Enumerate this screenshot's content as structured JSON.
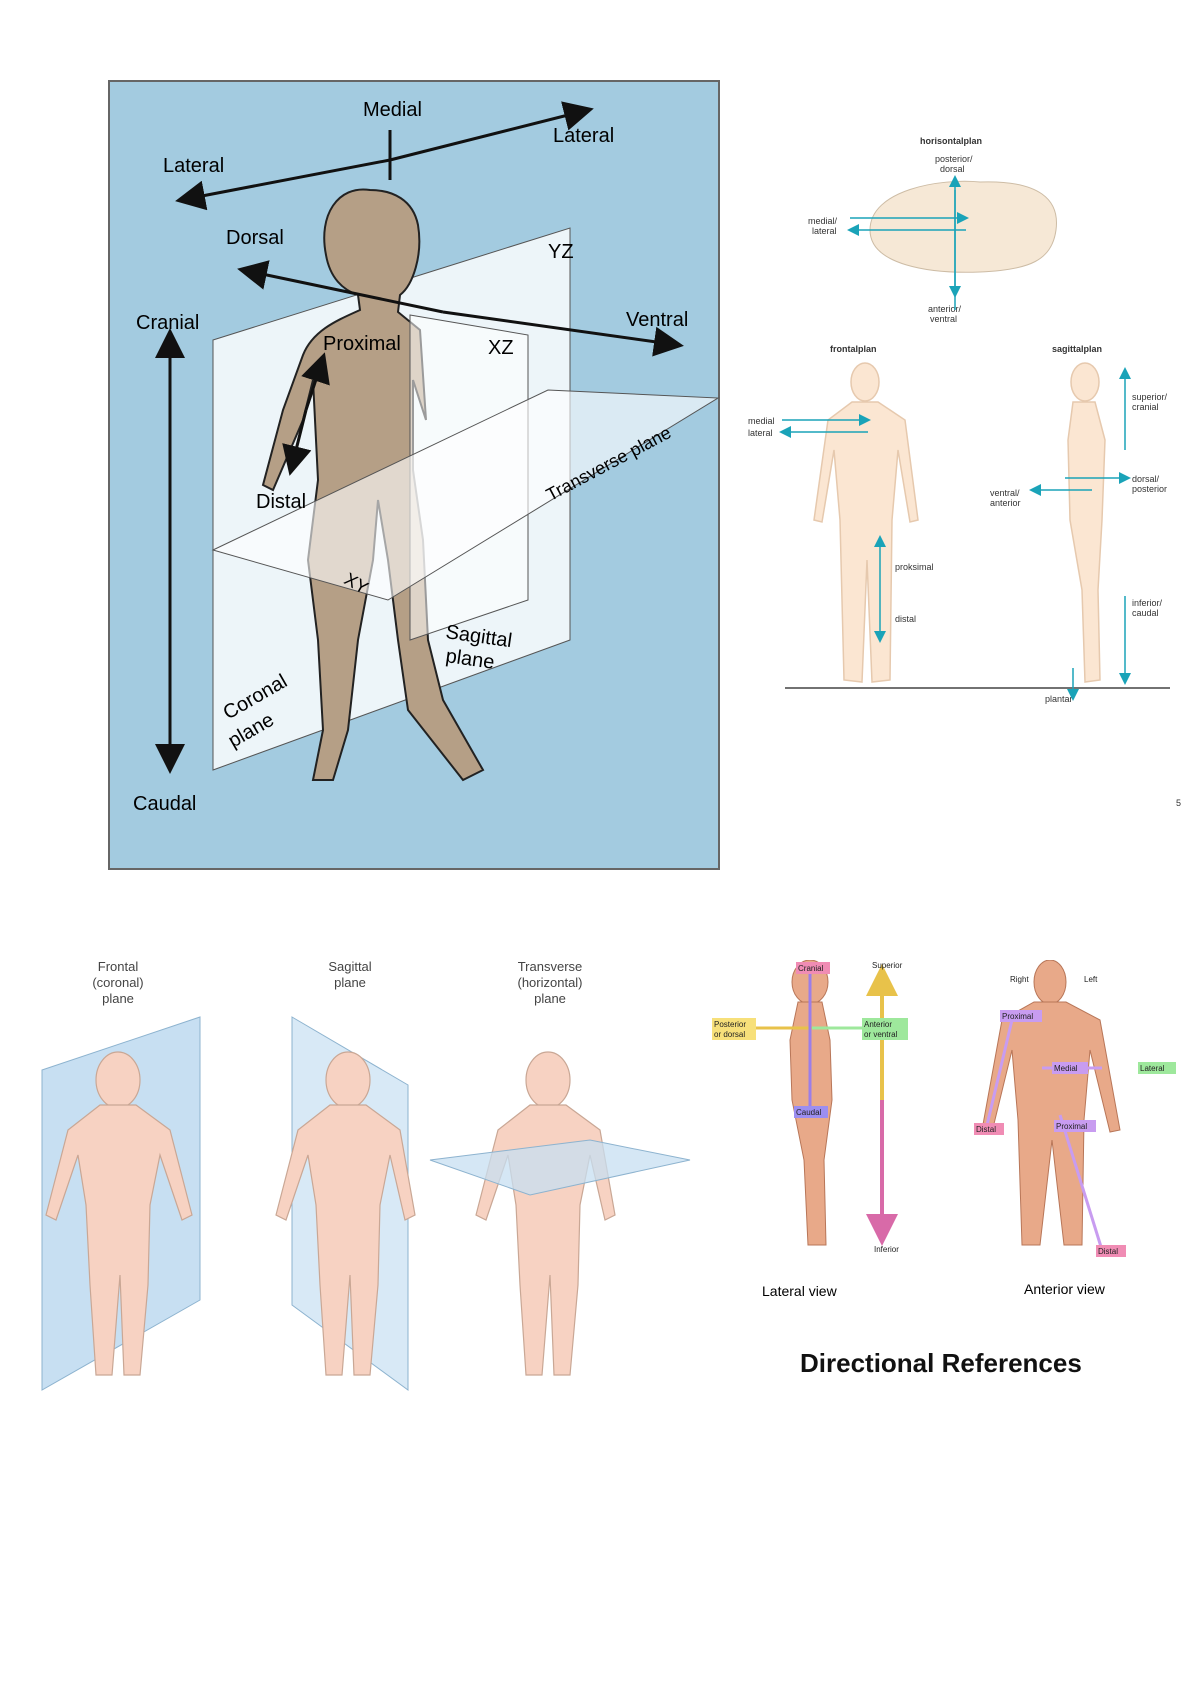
{
  "fig1": {
    "medial": "Medial",
    "lateral_right": "Lateral",
    "lateral_left": "Lateral",
    "dorsal": "Dorsal",
    "ventral": "Ventral",
    "cranial": "Cranial",
    "caudal": "Caudal",
    "proximal": "Proximal",
    "distal": "Distal",
    "yz": "YZ",
    "xz": "XZ",
    "xy": "XY",
    "transverse_plane": "Transverse plane",
    "sagittal_plane_1": "Sagittal",
    "sagittal_plane_2": "plane",
    "coronal_plane_1": "Coronal",
    "coronal_plane_2": "plane",
    "colors": {
      "background": "#a3cbe0",
      "figure": "#b59f86",
      "plane": "#ffffff"
    }
  },
  "fig2": {
    "horisontal_title": "horisontalplan",
    "posterior_dorsal_1": "posterior/",
    "posterior_dorsal_2": "dorsal",
    "medial_lateral_1": "medial/",
    "medial_lateral_2": "lateral",
    "anterior_ventral_1": "anterior/",
    "anterior_ventral_2": "ventral",
    "frontal_title": "frontalplan",
    "sagittal_title": "sagittalplan",
    "medial": "medial",
    "lateral": "lateral",
    "proksimal": "proksimal",
    "distal": "distal",
    "superior_cranial_1": "superior/",
    "superior_cranial_2": "cranial",
    "dorsal_posterior_1": "dorsal/",
    "dorsal_posterior_2": "posterior",
    "ventral_anterior_1": "ventral/",
    "ventral_anterior_2": "anterior",
    "inferior_caudal_1": "inferior/",
    "inferior_caudal_2": "caudal",
    "plantar": "plantar",
    "page_number": "5",
    "colors": {
      "arrow": "#1aa3b8",
      "body": "#fbe6d2"
    }
  },
  "fig3": {
    "frontal_1": "Frontal",
    "frontal_2": "(coronal)",
    "frontal_3": "plane",
    "sagittal_1": "Sagittal",
    "sagittal_2": "plane",
    "transverse_1": "Transverse",
    "transverse_2": "(horizontal)",
    "transverse_3": "plane",
    "colors": {
      "plane": "#c7dff2",
      "body": "#f7d2c2"
    }
  },
  "fig4": {
    "cranial": "Cranial",
    "caudal": "Caudal",
    "posterior_1": "Posterior",
    "posterior_2": "or dorsal",
    "anterior_1": "Anterior",
    "anterior_2": "or ventral",
    "superior": "Superior",
    "inferior": "Inferior",
    "right": "Right",
    "left": "Left",
    "proximal_top": "Proximal",
    "medial": "Medial",
    "lateral": "Lateral",
    "distal_left": "Distal",
    "proximal_mid": "Proximal",
    "distal_bottom": "Distal",
    "lateral_view": "Lateral view",
    "anterior_view": "Anterior view",
    "title": "Directional References",
    "colors": {
      "pink": "#f08cb4",
      "purple": "#c89cf0",
      "yellow": "#f7e07a",
      "green": "#9ee89c",
      "skin": "#e8a989"
    }
  }
}
